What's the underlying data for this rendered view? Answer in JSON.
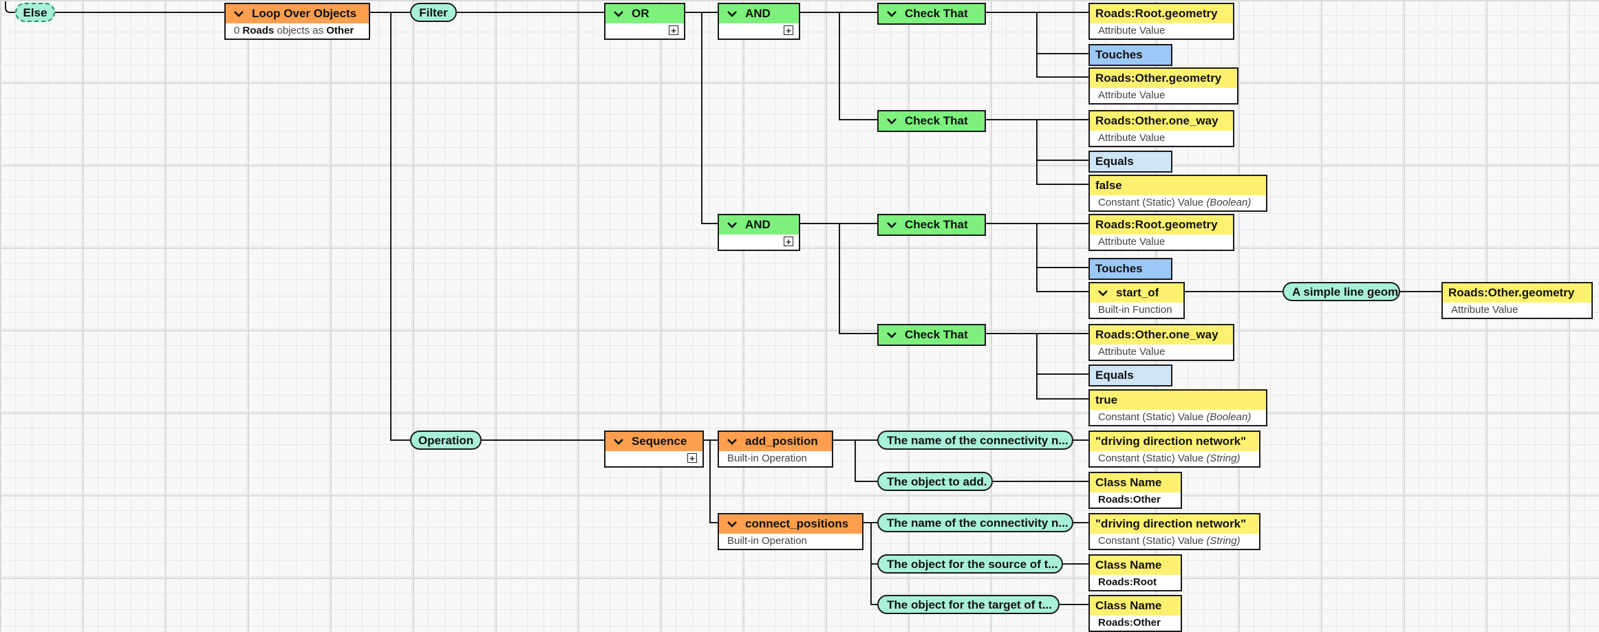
{
  "nodes": {
    "else": {
      "label": "Else"
    },
    "loop": {
      "title": "Loop Over Objects",
      "sub_count": "0",
      "sub_class": "Roads",
      "sub_mid": "objects as",
      "sub_alias": "Other"
    },
    "filter": {
      "label": "Filter"
    },
    "operation": {
      "label": "Operation"
    },
    "or": {
      "title": "OR"
    },
    "and1": {
      "title": "AND"
    },
    "and2": {
      "title": "AND"
    },
    "check1": {
      "title": "Check That"
    },
    "check2": {
      "title": "Check That"
    },
    "check3": {
      "title": "Check That"
    },
    "check4": {
      "title": "Check That"
    },
    "attr1": {
      "title": "Roads:Root.geometry",
      "sub": "Attribute Value"
    },
    "touches1": {
      "title": "Touches"
    },
    "attr2": {
      "title": "Roads:Other.geometry",
      "sub": "Attribute Value"
    },
    "attr3": {
      "title": "Roads:Other.one_way",
      "sub": "Attribute Value"
    },
    "equals1": {
      "title": "Equals"
    },
    "const_false": {
      "title": "false",
      "sub": "Constant (Static) Value",
      "sub_type": "(Boolean)"
    },
    "attr4": {
      "title": "Roads:Root.geometry",
      "sub": "Attribute Value"
    },
    "touches2": {
      "title": "Touches"
    },
    "start_of": {
      "title": "start_of",
      "sub": "Built-in Function"
    },
    "simple_line": {
      "label": "A simple line geometry."
    },
    "attr5": {
      "title": "Roads:Other.geometry",
      "sub": "Attribute Value"
    },
    "attr6": {
      "title": "Roads:Other.one_way",
      "sub": "Attribute Value"
    },
    "equals2": {
      "title": "Equals"
    },
    "const_true": {
      "title": "true",
      "sub": "Constant (Static) Value",
      "sub_type": "(Boolean)"
    },
    "sequence": {
      "title": "Sequence"
    },
    "add_position": {
      "title": "add_position",
      "sub": "Built-in Operation"
    },
    "connect_positions": {
      "title": "connect_positions",
      "sub": "Built-in Operation"
    },
    "param1": {
      "label": "The name of the connectivity n..."
    },
    "param2": {
      "label": "The object to add."
    },
    "param3": {
      "label": "The name of the connectivity n..."
    },
    "param4": {
      "label": "The object for the source of t..."
    },
    "param5": {
      "label": "The object for the target of t..."
    },
    "str1": {
      "title": "\"driving direction network\"",
      "sub": "Constant (Static) Value",
      "sub_type": "(String)"
    },
    "class1": {
      "title": "Class Name",
      "sub": "Roads:Other"
    },
    "str2": {
      "title": "\"driving direction network\"",
      "sub": "Constant (Static) Value",
      "sub_type": "(String)"
    },
    "class2": {
      "title": "Class Name",
      "sub": "Roads:Root"
    },
    "class3": {
      "title": "Class Name",
      "sub": "Roads:Other"
    }
  },
  "colors": {
    "action": "#ff9f4f",
    "logic": "#7df07d",
    "value": "#fff170",
    "comparator": "#9cc8f5",
    "comparator_light": "#cfe5f8",
    "parameter": "#a8f0d8",
    "wire": "#1a1a1a"
  },
  "icons": {
    "collapse": "chevron-down-icon",
    "expand": "plus-box-icon"
  }
}
